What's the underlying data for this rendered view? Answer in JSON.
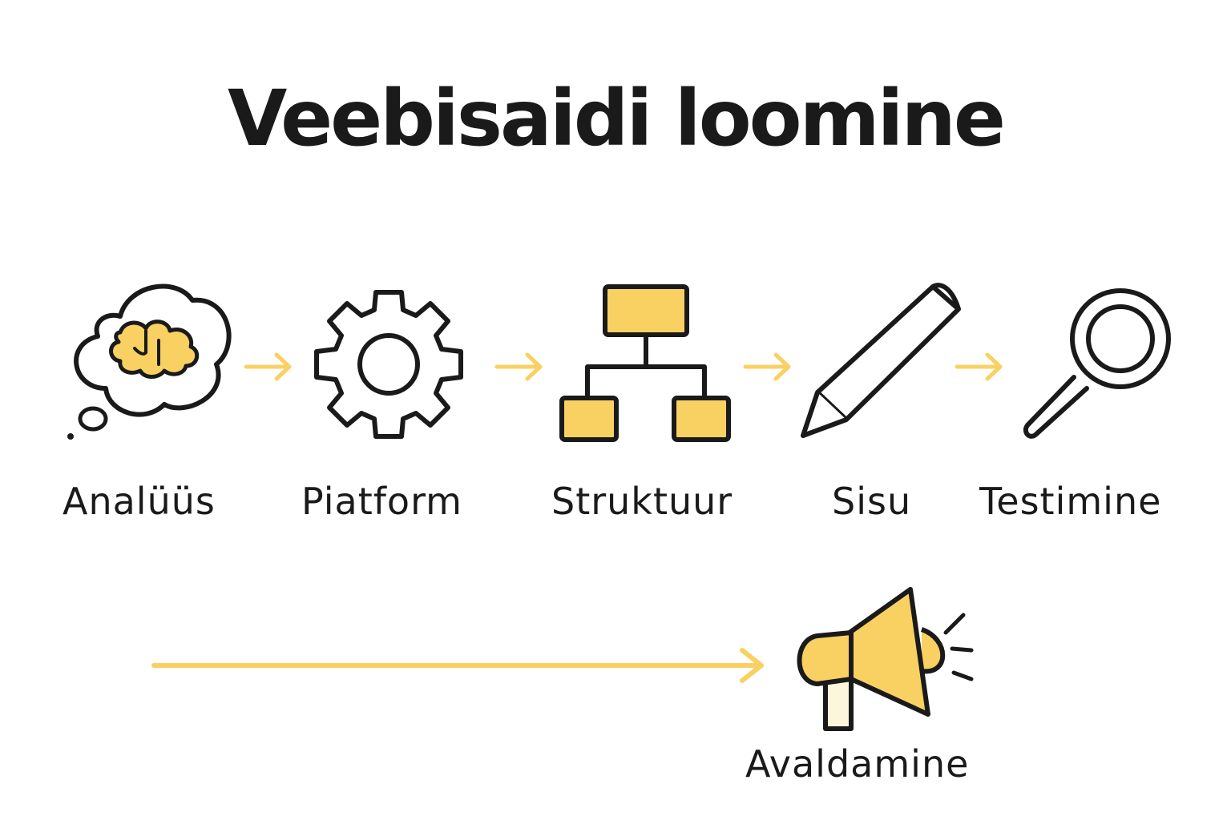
{
  "title": "Veebisaidi loomine",
  "colors": {
    "accent": "#f8d162",
    "stroke": "#1a1a1a",
    "arrow": "#f8d162",
    "background": "#ffffff"
  },
  "steps": [
    {
      "label": "Analüüs",
      "icon": "thought-bubble-brain-icon"
    },
    {
      "label": "Piatform",
      "icon": "gear-icon"
    },
    {
      "label": "Struktuur",
      "icon": "sitemap-hierarchy-icon"
    },
    {
      "label": "Sisu",
      "icon": "pencil-icon"
    },
    {
      "label": "Testimine",
      "icon": "magnifying-glass-icon"
    },
    {
      "label": "Avaldamine",
      "icon": "megaphone-icon"
    }
  ]
}
